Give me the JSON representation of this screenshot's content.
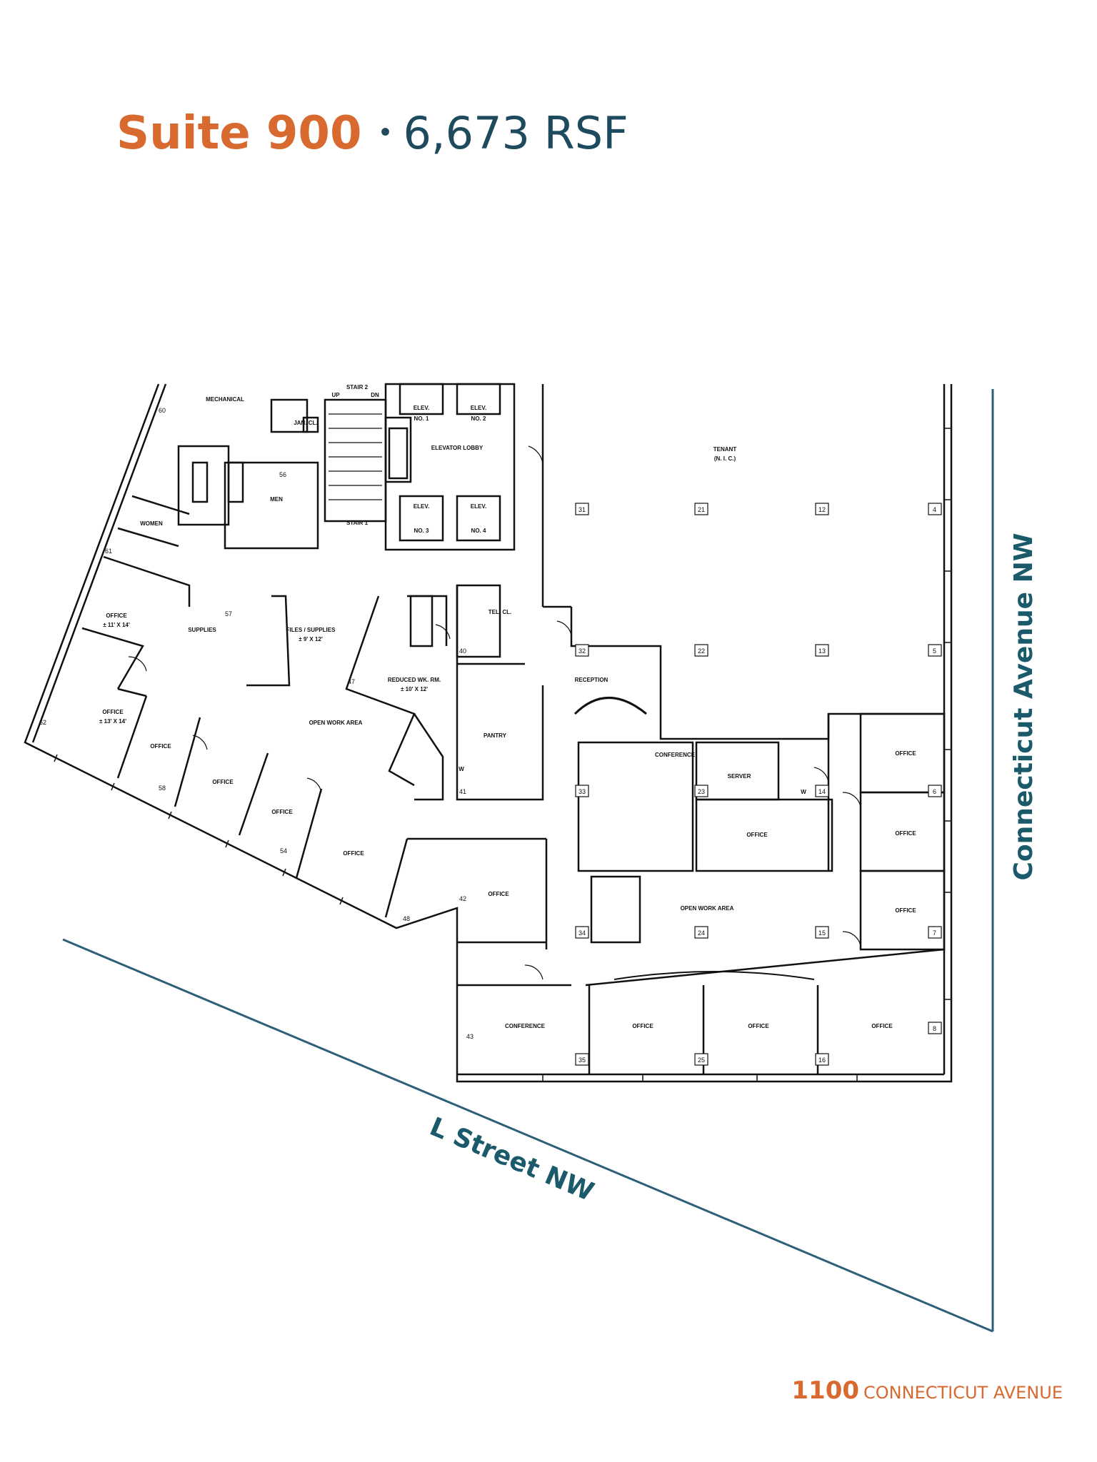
{
  "header": {
    "suite": "Suite 900",
    "bullet": "•",
    "area": "6,673 RSF"
  },
  "streets": {
    "connecticut": "Connecticut Avenue NW",
    "l_street": "L Street NW"
  },
  "footer": {
    "number": "1100",
    "text": "CONNECTICUT AVENUE"
  },
  "rooms": {
    "mechanical": "MECHANICAL",
    "stair2": "STAIR 2",
    "stair1": "STAIR 1",
    "jan": "JAN. CL.",
    "men": "MEN",
    "women": "WOMEN",
    "elev": "ELEV.",
    "no1": "NO. 1",
    "no2": "NO. 2",
    "no3": "NO. 3",
    "no4": "NO. 4",
    "elevator_lobby": "ELEVATOR LOBBY",
    "tenant": "TENANT",
    "nic": "(N. I. C.)",
    "office": "OFFICE",
    "office_11x14": "± 11' X 14'",
    "office_13x14": "± 13' X 14'",
    "supplies": "SUPPLIES",
    "files": "FILES / SUPPLIES",
    "files_size": "± 9' X 12'",
    "reduced": "REDUCED WK. RM.",
    "reduced_size": "± 10' X 12'",
    "open_work_area": "OPEN WORK AREA",
    "tel": "TEL. CL.",
    "reception": "RECEPTION",
    "pantry": "PANTRY",
    "conference": "CONFERENCE",
    "server": "SERVER",
    "up": "UP",
    "dn": "DN",
    "w": "W"
  },
  "columns": [
    "31",
    "21",
    "12",
    "4",
    "32",
    "22",
    "13",
    "5",
    "33",
    "23",
    "14",
    "6",
    "34",
    "24",
    "15",
    "7",
    "35",
    "25",
    "16",
    "8",
    "40",
    "41",
    "42",
    "43",
    "47",
    "56",
    "57",
    "58",
    "48",
    "54",
    "60",
    "61",
    "62"
  ]
}
